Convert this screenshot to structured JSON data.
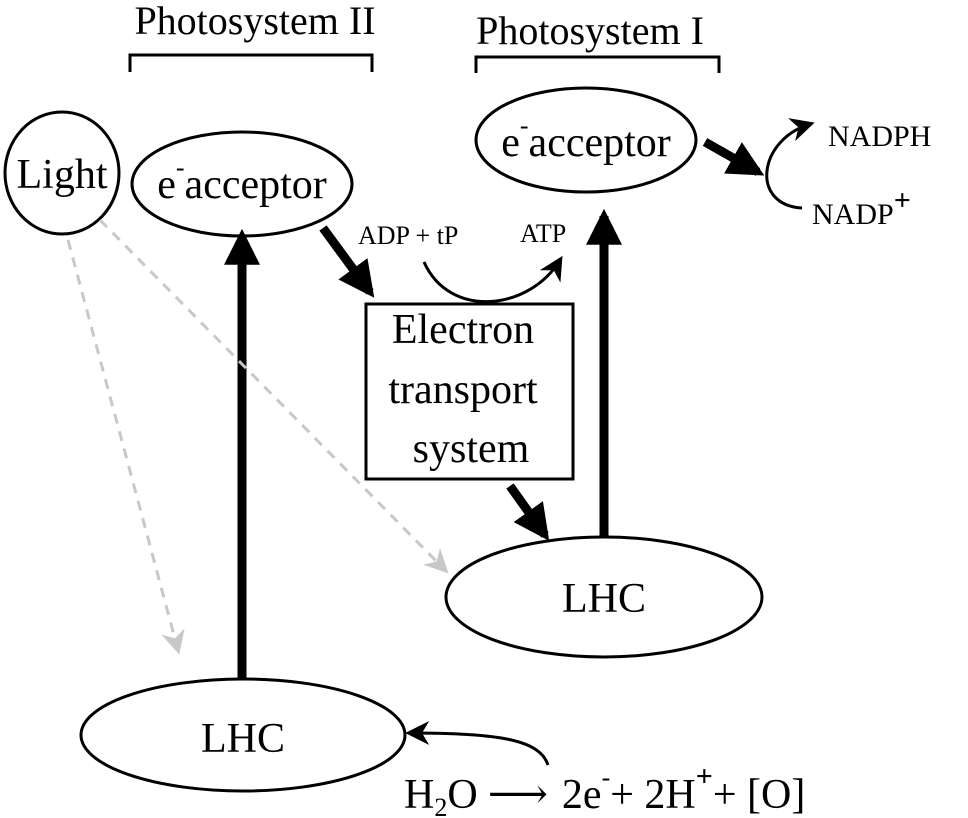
{
  "photosystem_ii": {
    "title": "Photosystem II"
  },
  "photosystem_i": {
    "title": "Photosystem I"
  },
  "light": {
    "label": "Light"
  },
  "psii_acceptor": {
    "e": "e",
    "minus": "-",
    "label": "acceptor"
  },
  "psi_acceptor": {
    "e": "e",
    "minus": "-",
    "label": "acceptor"
  },
  "nadph": {
    "label": "NADPH"
  },
  "nadp": {
    "label": "NADP",
    "sup": "+"
  },
  "adp": {
    "label": "ADP + tP"
  },
  "atp": {
    "label": "ATP"
  },
  "ets": {
    "line1": "Electron",
    "line2": "transport",
    "line3": "system"
  },
  "lhc_i": {
    "label": "LHC"
  },
  "lhc_ii": {
    "label": "LHC"
  },
  "water_eq": {
    "h": "H",
    "sub2": "2",
    "o": "O",
    "arrow": "⟶",
    "two_e": "2e",
    "e_minus": "-",
    "plus1": "+ 2H",
    "h_plus": "+",
    "plus2": "+ [O]"
  },
  "colors": {
    "stroke": "#000000",
    "light_path": "#c8c8c8",
    "background": "#ffffff"
  }
}
